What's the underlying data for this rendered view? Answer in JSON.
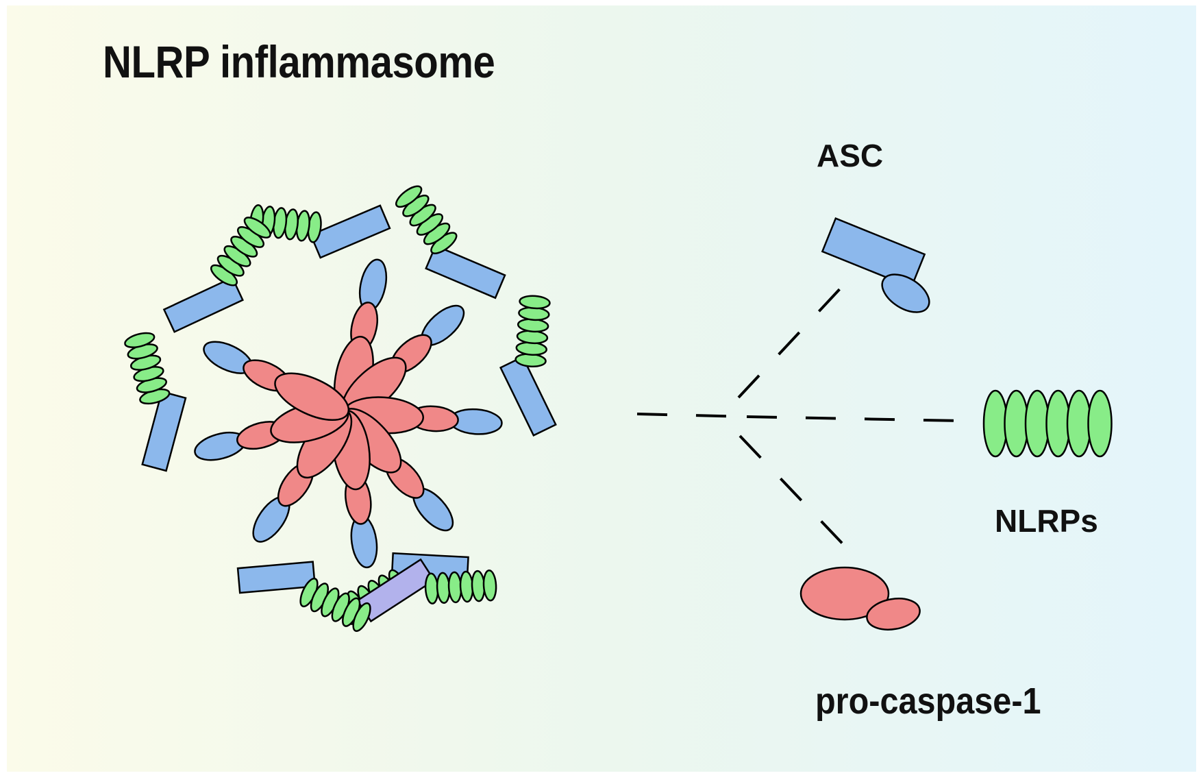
{
  "title": "NLRP inflammasome",
  "labels": {
    "asc": "ASC",
    "nlrps": "NLRPs",
    "pro_caspase": "pro-caspase-1"
  },
  "colors": {
    "caspase": "#f08888",
    "asc_domain": "#8cb8ec",
    "asc_alt": "#b2b2ec",
    "lrr": "#88ec88",
    "line": "#000000",
    "bg_left": "#fbfbea",
    "bg_right": "#e6f6fb"
  },
  "diagram": {
    "arm_count": 8,
    "icons": [
      "inflammasome-complex",
      "asc-component",
      "nlrp-component",
      "pro-caspase-1-component"
    ]
  }
}
